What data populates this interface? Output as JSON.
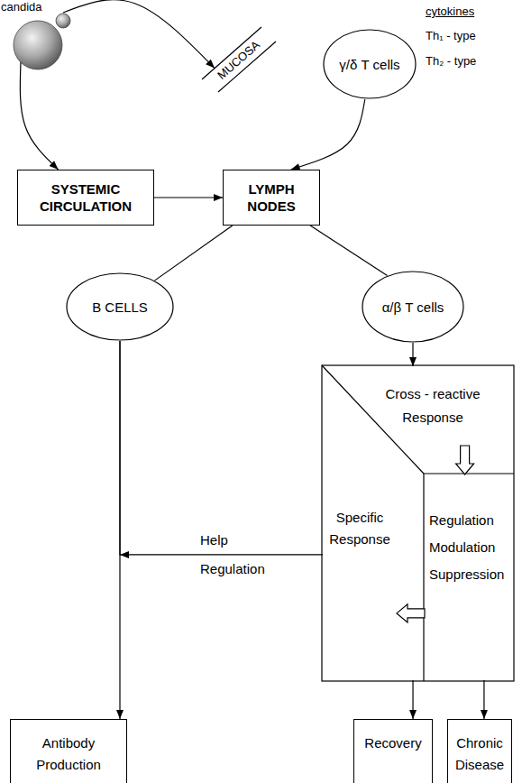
{
  "diagram": {
    "nodes": [
      {
        "text": [
          "candida"
        ]
      },
      {
        "text": [
          "MUCOSA"
        ]
      },
      {
        "text": [
          "γ/δ T cells"
        ]
      },
      {
        "text": [
          "SYSTEMIC CIRCULATION"
        ]
      },
      {
        "text": [
          "LYMPH NODES"
        ]
      },
      {
        "text": [
          "B CELLS"
        ]
      },
      {
        "text": [
          "α/β T cells"
        ]
      },
      {
        "text": [
          "Cross - reactive Response"
        ]
      },
      {
        "text": [
          "Specific Response"
        ]
      },
      {
        "text": [
          "Regulation Modulation Suppression"
        ]
      },
      {
        "text": [
          "Antibody Production"
        ]
      },
      {
        "text": [
          "Recovery"
        ]
      },
      {
        "text": [
          "Chronic Disease"
        ]
      }
    ],
    "edges": [
      {
        "from": 0,
        "to": 1,
        "arrow": "to"
      },
      {
        "from": 0,
        "to": 3,
        "arrow": "to"
      },
      {
        "from": 2,
        "to": 4,
        "arrow": "to"
      },
      {
        "from": 3,
        "to": 4,
        "arrow": "to"
      },
      {
        "from": 4,
        "to": 5,
        "arrow": "none"
      },
      {
        "from": 4,
        "to": 6,
        "arrow": "none"
      },
      {
        "from": 5,
        "to": 10,
        "arrow": "to"
      },
      {
        "from": 6,
        "to": 7,
        "arrow": "to"
      },
      {
        "from": 7,
        "to": 9,
        "arrow": "to"
      },
      {
        "from": 9,
        "to": 8,
        "arrow": "to"
      },
      {
        "from": 8,
        "to": 5,
        "label": "Help Regulation",
        "arrow": "to"
      },
      {
        "from": 8,
        "to": 11,
        "arrow": "to"
      },
      {
        "from": 9,
        "to": 12,
        "arrow": "to"
      }
    ],
    "labels": [
      "cytokines",
      "Th₁ - type",
      "Th₂ - type"
    ]
  }
}
